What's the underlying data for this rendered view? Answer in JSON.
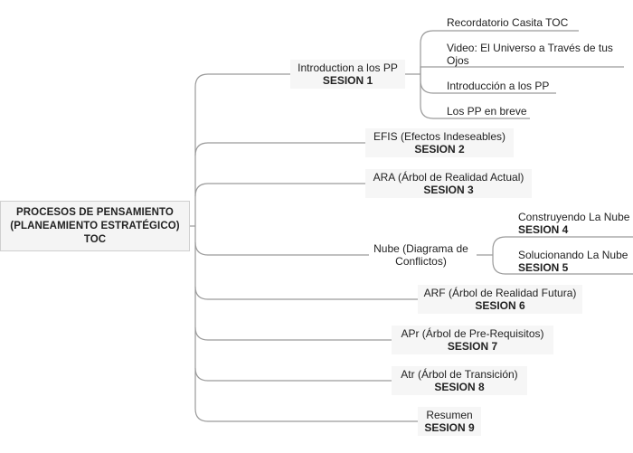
{
  "root": {
    "line1": "PROCESOS DE PENSAMIENTO",
    "line2": "(PLANEAMIENTO ESTRATÉGICO)",
    "line3": "TOC"
  },
  "branches": [
    {
      "title": "Introduction a los PP",
      "session": "SESION 1",
      "children": [
        {
          "title": "Recordatorio Casita TOC"
        },
        {
          "title": "Video: El Universo a Través de tus Ojos"
        },
        {
          "title": "Introducción a los PP"
        },
        {
          "title": "Los PP en breve"
        }
      ]
    },
    {
      "title": "EFIS (Efectos Indeseables)",
      "session": "SESION 2"
    },
    {
      "title": "ARA (Árbol de Realidad Actual)",
      "session": "SESION 3"
    },
    {
      "title": "Nube (Diagrama de Conflictos)",
      "session": "",
      "children": [
        {
          "title": "Construyendo La Nube",
          "session": "SESION 4"
        },
        {
          "title": "Solucionando La Nube",
          "session": "SESION 5"
        }
      ]
    },
    {
      "title": "ARF (Árbol de Realidad Futura)",
      "session": "SESION 6"
    },
    {
      "title": "APr (Árbol de Pre-Requisitos)",
      "session": "SESION 7"
    },
    {
      "title": "Atr (Árbol de Transición)",
      "session": "SESION 8"
    },
    {
      "title": "Resumen",
      "session": "SESION 9"
    }
  ]
}
